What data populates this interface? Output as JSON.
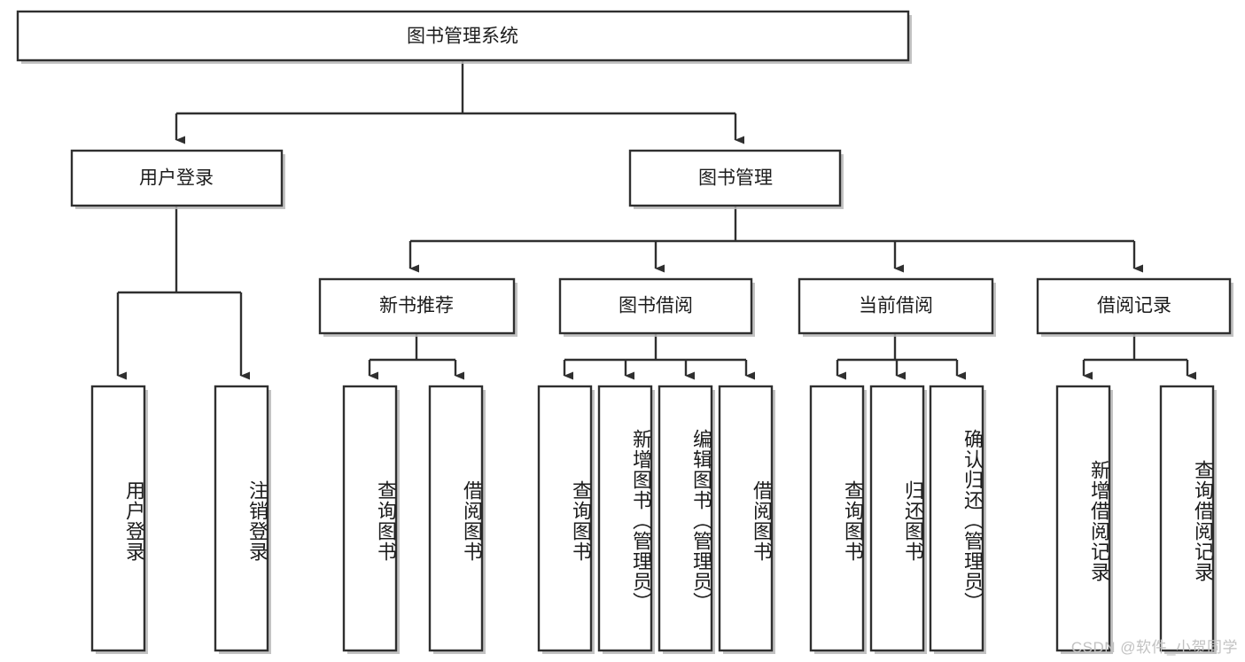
{
  "diagram": {
    "type": "tree",
    "title": "图书管理系统",
    "root": {
      "label": "图书管理系统"
    },
    "level2": [
      {
        "label": "用户登录"
      },
      {
        "label": "图书管理"
      }
    ],
    "level3": [
      {
        "label": "新书推荐"
      },
      {
        "label": "图书借阅"
      },
      {
        "label": "当前借阅"
      },
      {
        "label": "借阅记录"
      }
    ],
    "leaves": {
      "user_login": [
        {
          "label": "用户登录"
        },
        {
          "label": "注销登录"
        }
      ],
      "new_book_recommend": [
        {
          "label": "查询图书"
        },
        {
          "label": "借阅图书"
        }
      ],
      "book_borrow": [
        {
          "label": "查询图书"
        },
        {
          "label": "新增图书（管理员）"
        },
        {
          "label": "编辑图书（管理员）"
        },
        {
          "label": "借阅图书"
        }
      ],
      "current_borrow": [
        {
          "label": "查询图书"
        },
        {
          "label": "归还图书"
        },
        {
          "label": "确认归还（管理员）"
        }
      ],
      "borrow_record": [
        {
          "label": "新增借阅记录"
        },
        {
          "label": "查询借阅记录"
        }
      ]
    }
  },
  "colors": {
    "stroke": "#2f2f2f",
    "fill": "#ffffff",
    "text": "#1c1c1c",
    "shadow": "#b9b9b9",
    "watermark": "#c2c2c2"
  },
  "watermark": {
    "text": "CSDN @软件_小贺同学"
  }
}
